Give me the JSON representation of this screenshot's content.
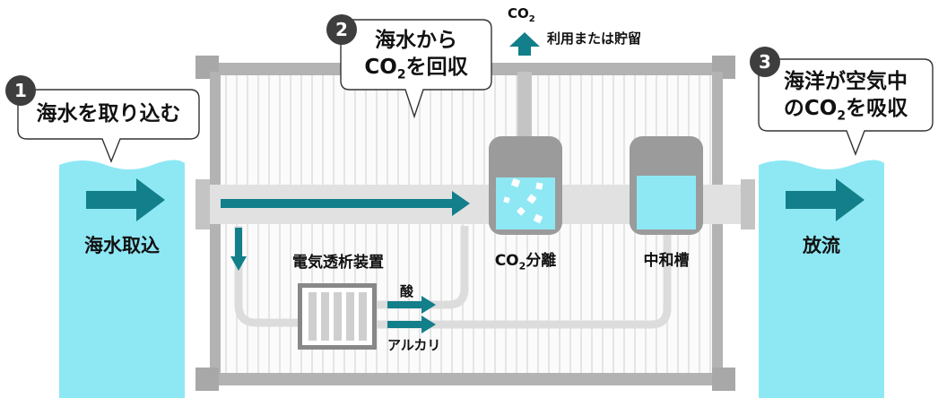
{
  "steps": [
    {
      "number": "1",
      "text": "海水を取り込む"
    },
    {
      "number": "2",
      "line1": "海水から",
      "line2_prefix": "CO",
      "line2_sub": "2",
      "line2_suffix": "を回収"
    },
    {
      "number": "3",
      "line1": "海洋が空気中",
      "line2_prefix": "のCO",
      "line2_sub": "2",
      "line2_suffix": "を吸収"
    }
  ],
  "labels": {
    "intake": "海水取込",
    "discharge": "放流",
    "electrodialysis": "電気透析装置",
    "co2_separation_prefix": "CO",
    "co2_separation_sub": "2",
    "co2_separation_suffix": "分離",
    "neutralization": "中和槽",
    "acid": "酸",
    "alkali": "アルカリ",
    "co2_out_prefix": "CO",
    "co2_out_sub": "2",
    "use_or_storage": "利用または貯留"
  },
  "colors": {
    "seawater": "#8ee8f4",
    "arrow": "#127f8a",
    "frame": "#b3b3b3",
    "pipe": "#dcdcdc",
    "tank_body": "#9b9b9b",
    "badge": "#3e3e3e"
  }
}
